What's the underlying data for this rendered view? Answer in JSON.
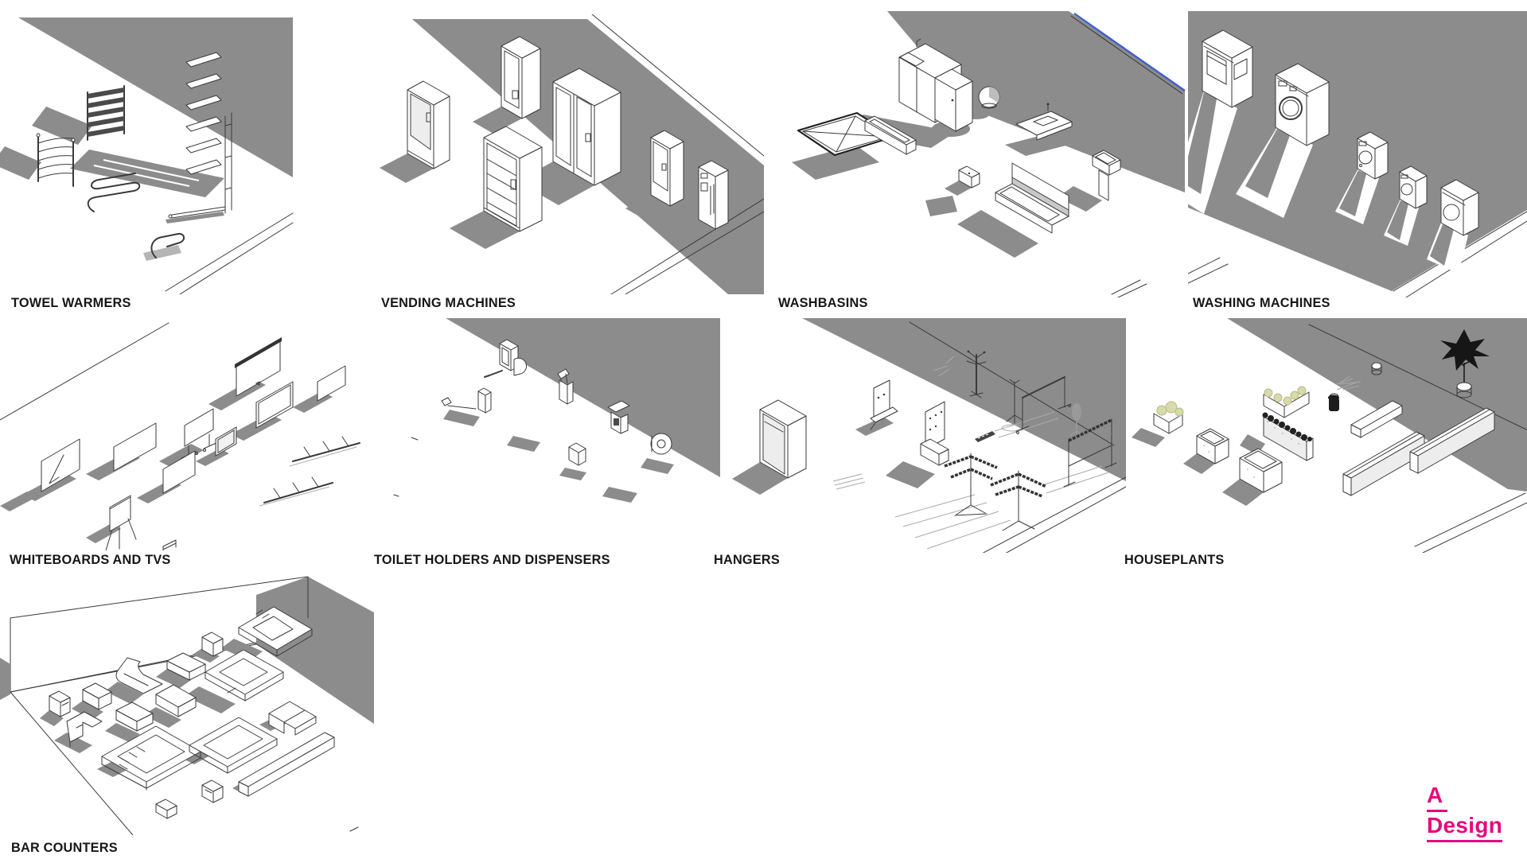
{
  "page": {
    "background": "#ffffff"
  },
  "colors": {
    "wall_gray": "#8C8C8C",
    "shadow_gray": "#8C8C8C",
    "outline": "#3A3A3A",
    "label_text": "#161616",
    "brand_pink": "#E4097E",
    "accent_blue": "#3E5FCC",
    "foliage_light": "#D9DAA9",
    "foliage_dark": "#161616"
  },
  "tiles": [
    {
      "id": "towel-warmers",
      "label": "TOWEL WARMERS"
    },
    {
      "id": "vending-machines",
      "label": "VENDING MACHINES"
    },
    {
      "id": "washbasins",
      "label": "WASHBASINS"
    },
    {
      "id": "washing-machines",
      "label": "WASHING MACHINES"
    },
    {
      "id": "whiteboards-and-tvs",
      "label": "WHITEBOARDS AND TVS"
    },
    {
      "id": "toilet-holders-and-dispensers",
      "label": "TOILET HOLDERS AND DISPENSERS"
    },
    {
      "id": "hangers",
      "label": "HANGERS"
    },
    {
      "id": "houseplants",
      "label": "HOUSEPLANTS"
    },
    {
      "id": "bar-counters",
      "label": "BAR COUNTERS"
    }
  ],
  "logo": {
    "line1": "A",
    "line2": "Design"
  }
}
